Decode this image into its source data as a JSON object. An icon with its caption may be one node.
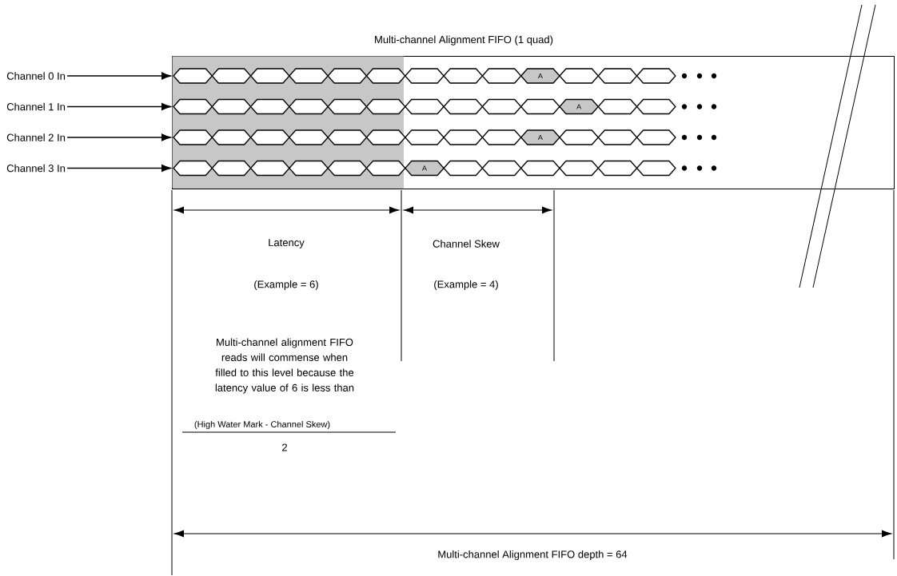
{
  "diagram": {
    "nodes": [
      {
        "text": [
          "Channel 0 In"
        ]
      },
      {
        "text": [
          "Channel 1 In"
        ]
      },
      {
        "text": [
          "Channel 2 In"
        ]
      },
      {
        "text": [
          "Channel 3 In"
        ]
      },
      {
        "text": [
          "Multi-channel Alignment FIFO (1 quad)"
        ]
      },
      {
        "text": [],
        "shape": "hexagon",
        "in": 4
      },
      {
        "text": [],
        "shape": "hexagon",
        "in": 4
      },
      {
        "text": [],
        "shape": "hexagon",
        "in": 4
      },
      {
        "text": [],
        "shape": "hexagon",
        "in": 4
      },
      {
        "text": [],
        "shape": "hexagon",
        "in": 4
      },
      {
        "text": [],
        "shape": "hexagon",
        "in": 4
      },
      {
        "text": [],
        "shape": "hexagon",
        "in": 4
      },
      {
        "text": [],
        "shape": "hexagon",
        "in": 4
      },
      {
        "text": [],
        "shape": "hexagon",
        "in": 4
      },
      {
        "text": [
          "A"
        ],
        "in": 4
      },
      {
        "text": [],
        "shape": "hexagon",
        "in": 4
      },
      {
        "text": [],
        "shape": "hexagon",
        "in": 4
      },
      {
        "text": [],
        "shape": "hexagon",
        "in": 4
      },
      {
        "text": [],
        "shape": "hexagon",
        "in": 4
      },
      {
        "text": [],
        "shape": "hexagon",
        "in": 4
      },
      {
        "text": [],
        "shape": "hexagon",
        "in": 4
      },
      {
        "text": [],
        "shape": "hexagon",
        "in": 4
      },
      {
        "text": [],
        "shape": "hexagon",
        "in": 4
      },
      {
        "text": [],
        "shape": "hexagon",
        "in": 4
      },
      {
        "text": [],
        "shape": "hexagon",
        "in": 4
      },
      {
        "text": [],
        "shape": "hexagon",
        "in": 4
      },
      {
        "text": [],
        "shape": "hexagon",
        "in": 4
      },
      {
        "text": [],
        "shape": "hexagon",
        "in": 4
      },
      {
        "text": [
          "A"
        ],
        "in": 4
      },
      {
        "text": [],
        "shape": "hexagon",
        "in": 4
      },
      {
        "text": [],
        "shape": "hexagon",
        "in": 4
      },
      {
        "text": [],
        "shape": "hexagon",
        "in": 4
      },
      {
        "text": [],
        "shape": "hexagon",
        "in": 4
      },
      {
        "text": [],
        "shape": "hexagon",
        "in": 4
      },
      {
        "text": [],
        "shape": "hexagon",
        "in": 4
      },
      {
        "text": [],
        "shape": "hexagon",
        "in": 4
      },
      {
        "text": [],
        "shape": "hexagon",
        "in": 4
      },
      {
        "text": [],
        "shape": "hexagon",
        "in": 4
      },
      {
        "text": [],
        "shape": "hexagon",
        "in": 4
      },
      {
        "text": [],
        "shape": "hexagon",
        "in": 4
      },
      {
        "text": [
          "A"
        ],
        "in": 4
      },
      {
        "text": [],
        "shape": "hexagon",
        "in": 4
      },
      {
        "text": [],
        "shape": "hexagon",
        "in": 4
      },
      {
        "text": [],
        "shape": "hexagon",
        "in": 4
      },
      {
        "text": [],
        "shape": "hexagon",
        "in": 4
      },
      {
        "text": [],
        "shape": "hexagon",
        "in": 4
      },
      {
        "text": [],
        "shape": "hexagon",
        "in": 4
      },
      {
        "text": [],
        "shape": "hexagon",
        "in": 4
      },
      {
        "text": [],
        "shape": "hexagon",
        "in": 4
      },
      {
        "text": [],
        "shape": "hexagon",
        "in": 4
      },
      {
        "text": [
          "A"
        ],
        "in": 4
      },
      {
        "text": [],
        "shape": "hexagon",
        "in": 4
      },
      {
        "text": [],
        "shape": "hexagon",
        "in": 4
      },
      {
        "text": [],
        "shape": "hexagon",
        "in": 4
      },
      {
        "text": [],
        "shape": "hexagon",
        "in": 4
      },
      {
        "text": [],
        "shape": "hexagon",
        "in": 4
      },
      {
        "text": [],
        "shape": "hexagon",
        "in": 4
      }
    ],
    "edges": [
      {
        "from": 0,
        "to": 4,
        "arrow": "to"
      },
      {
        "from": 1,
        "to": 4,
        "arrow": "to"
      },
      {
        "from": 2,
        "to": 4,
        "arrow": "to"
      },
      {
        "from": 3,
        "to": 4,
        "arrow": "to"
      }
    ],
    "labels": [
      "Latency",
      "Channel Skew",
      "(Example = 6)",
      "(Example = 4)",
      "Multi-channel alignment FIFO reads will commense when filled to this level because the latency value of 6 is less than",
      "(High Water Mark - Channel Skew)",
      "2",
      "Multi-channel Alignment FIFO depth = 64"
    ]
  }
}
